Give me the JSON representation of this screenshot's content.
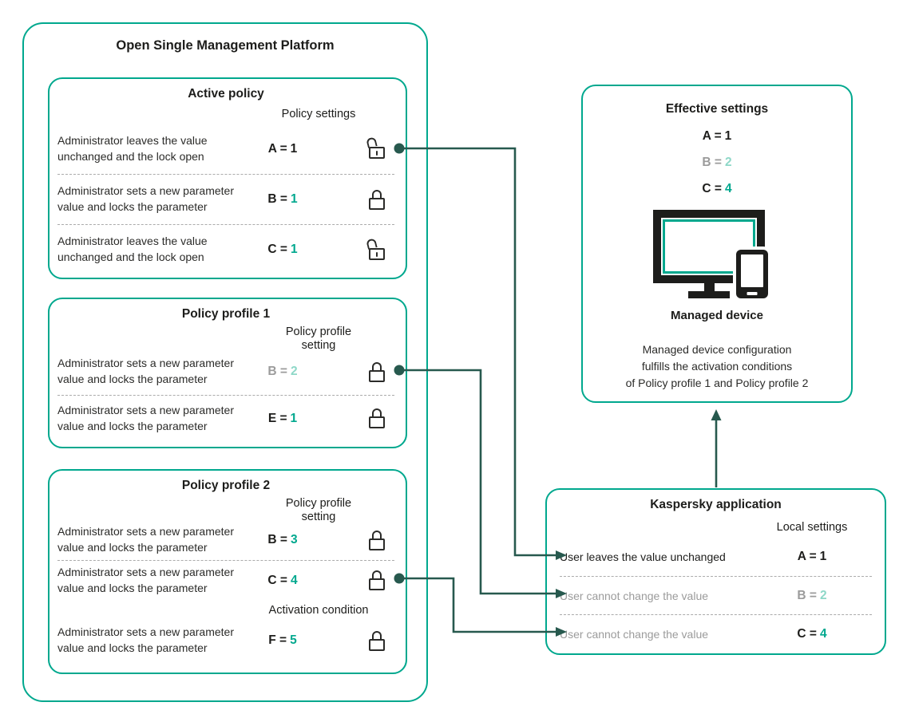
{
  "colors": {
    "brand_teal": "#00A88E",
    "connector_dark_green": "#27594E",
    "light_teal": "#8ED8C8",
    "muted_gray": "#9B9B9B",
    "ink": "#1D1D1B"
  },
  "platform": {
    "title": "Open Single Management Platform",
    "active_policy": {
      "title": "Active policy",
      "column_label": "Policy settings",
      "rows": [
        {
          "description": "Administrator leaves the value unchanged  and the lock open",
          "lhs": "A =",
          "value": "1",
          "lock": "open"
        },
        {
          "description": "Administrator sets a new parameter value and locks the parameter",
          "lhs": "B =",
          "value": "1",
          "lock": "closed"
        },
        {
          "description": "Administrator leaves the value unchanged  and the lock open",
          "lhs": "C =",
          "value": "1",
          "lock": "open"
        }
      ]
    },
    "policy_profile_1": {
      "title": "Policy profile 1",
      "column_label": "Policy profile setting",
      "rows": [
        {
          "description": "Administrator sets a new parameter value and locks the parameter",
          "lhs": "B =",
          "value": "2",
          "lock": "closed"
        },
        {
          "description": "Administrator sets a new parameter value and locks the parameter",
          "lhs": "E =",
          "value": "1",
          "lock": "closed"
        }
      ]
    },
    "policy_profile_2": {
      "title": "Policy profile 2",
      "column_label": "Policy profile setting",
      "activation_label": "Activation condition",
      "rows": [
        {
          "description": "Administrator sets a new parameter value and locks the parameter",
          "lhs": "B =",
          "value": "3",
          "lock": "closed"
        },
        {
          "description": "Administrator sets a new parameter value and locks the parameter",
          "lhs": "C =",
          "value": "4",
          "lock": "closed"
        },
        {
          "description": "Administrator sets a new parameter value and locks the parameter",
          "lhs": "F =",
          "value": "5",
          "lock": "closed"
        }
      ]
    }
  },
  "effective_settings": {
    "title": "Effective settings",
    "equations": [
      {
        "lhs": "A =",
        "value": "1"
      },
      {
        "lhs": "B =",
        "value": "2"
      },
      {
        "lhs": "C =",
        "value": "4"
      }
    ],
    "device_label": "Managed device",
    "note_lines": [
      "Managed device configuration",
      "fulfills the activation conditions",
      "of Policy profile 1 and Policy profile 2"
    ]
  },
  "kaspersky_application": {
    "title": "Kaspersky application",
    "column_label": "Local settings",
    "rows": [
      {
        "description": "User leaves the value unchanged",
        "lhs": "A =",
        "value": "1"
      },
      {
        "description": "User cannot change the value",
        "lhs": "B =",
        "value": "2"
      },
      {
        "description": "User cannot change the value",
        "lhs": "C =",
        "value": "4"
      }
    ]
  }
}
